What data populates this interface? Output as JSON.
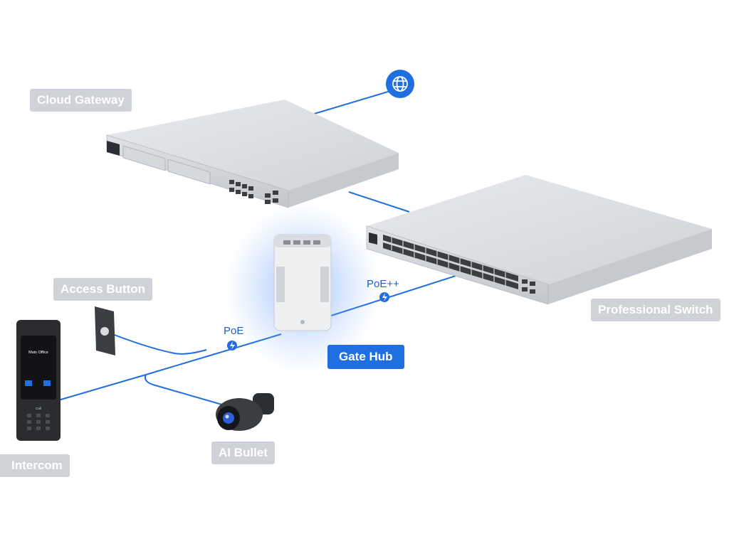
{
  "labels": {
    "cloud_gateway": "Cloud Gateway",
    "professional_switch": "Professional Switch",
    "access_button": "Access Button",
    "gate_hub": "Gate Hub",
    "intercom": "Intercom",
    "ai_bullet": "AI Bullet"
  },
  "connections": {
    "poe": "PoE",
    "poe_plus_plus": "PoE++"
  },
  "intercom_screen": {
    "heading": "Main Office",
    "footer": "Call"
  },
  "colors": {
    "link_line": "#1f6fe0",
    "accent": "#1f6fe0",
    "label_bg": "#cfd2d6",
    "label_text": "#ffffff",
    "hub_glow": "#4f8ff7"
  },
  "icons": {
    "internet": "globe-icon",
    "power": "lightning-bolt-icon"
  }
}
